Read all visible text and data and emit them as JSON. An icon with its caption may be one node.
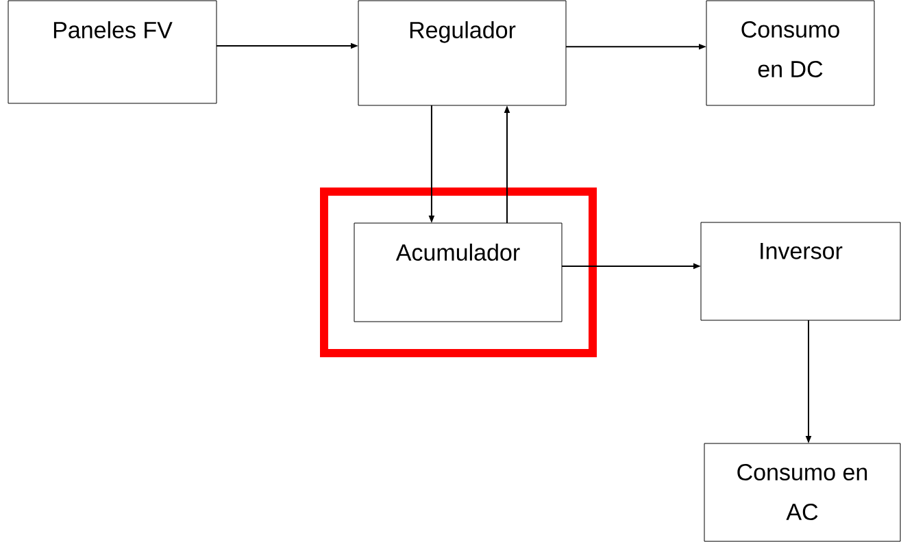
{
  "diagram": {
    "nodes": [
      {
        "text": [
          "Paneles FV"
        ]
      },
      {
        "text": [
          "Regulador"
        ]
      },
      {
        "text": [
          "Consumo en DC"
        ]
      },
      {
        "text": [],
        "shape": "box"
      },
      {
        "text": [
          "Acumulador"
        ],
        "in": 3
      },
      {
        "text": [
          "Inversor"
        ]
      },
      {
        "text": [
          "Consumo en AC"
        ]
      }
    ],
    "edges": [
      {
        "from": 0,
        "to": 1,
        "arrow": "to"
      },
      {
        "from": 1,
        "to": 2,
        "arrow": "to"
      },
      {
        "from": 1,
        "to": 4,
        "arrow": "to"
      },
      {
        "from": 4,
        "to": 1,
        "arrow": "to"
      },
      {
        "from": 4,
        "to": 5,
        "arrow": "to"
      },
      {
        "from": 5,
        "to": 6,
        "arrow": "to"
      }
    ]
  }
}
